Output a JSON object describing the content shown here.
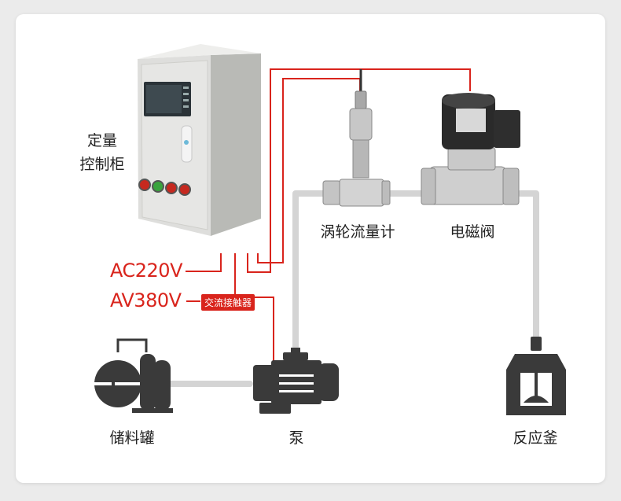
{
  "labels": {
    "cabinet": [
      "定量",
      "控制柜"
    ],
    "flowmeter": "涡轮流量计",
    "valve": "电磁阀",
    "tank": "储料罐",
    "pump": "泵",
    "reactor": "反应釜"
  },
  "power": {
    "ac220": "AC220V",
    "av380": "AV380V",
    "contactor": "交流接触器"
  },
  "colors": {
    "wire": "#d9241c",
    "pipe": "#d4d4d4",
    "icon": "#3a3a3a"
  }
}
